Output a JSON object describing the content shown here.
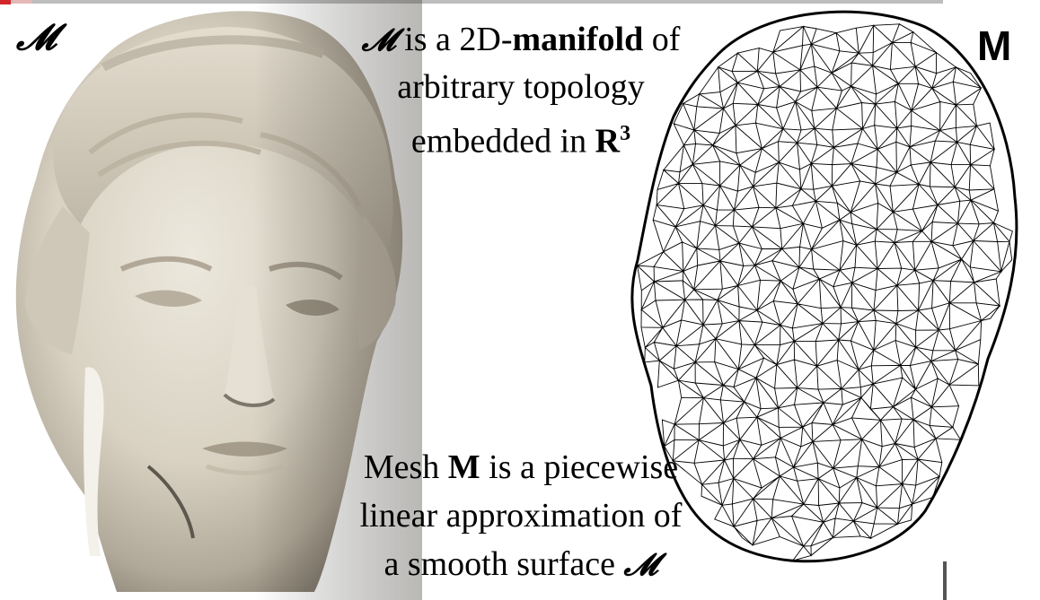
{
  "labels": {
    "smooth_symbol": "𝓜",
    "mesh_symbol": "M"
  },
  "top_text": {
    "line1_symbol": "𝓜",
    "line1_pre": " is a 2D-",
    "line1_bold": "manifold",
    "line1_post": " of",
    "line2": "arbitrary topology",
    "line3_pre": "embedded in ",
    "line3_bold": "R",
    "line3_sup": "3"
  },
  "bottom_text": {
    "line1_pre": "Mesh ",
    "line1_bold": "M",
    "line1_post": " is a piecewise",
    "line2": "linear approximation of",
    "line3_pre": "a smooth surface ",
    "line3_symbol": "𝓜"
  },
  "colors": {
    "background": "#ffffff",
    "bust_surface": "#d8d2c4",
    "bust_shadow": "#8f877a",
    "mesh_lines": "#000000",
    "accent_red": "#d3262a"
  }
}
